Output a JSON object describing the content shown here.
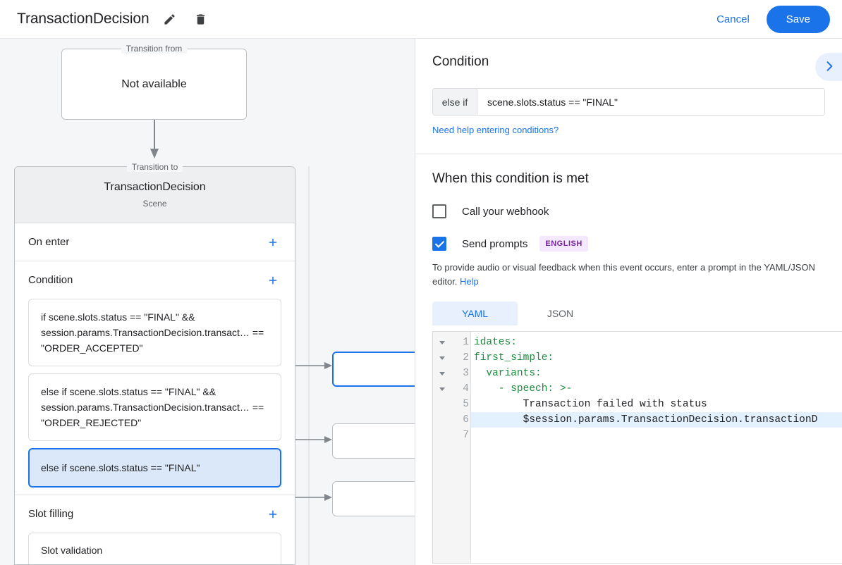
{
  "topbar": {
    "title": "TransactionDecision",
    "edit_icon": "pencil-icon",
    "delete_icon": "trash-icon",
    "cancel_label": "Cancel",
    "save_label": "Save",
    "accent_color": "#1a73e8"
  },
  "canvas": {
    "transition_from": {
      "legend": "Transition from",
      "value": "Not available"
    },
    "transition_to": {
      "legend": "Transition to",
      "title": "TransactionDecision",
      "subtitle": "Scene"
    },
    "sections": [
      {
        "title": "On enter",
        "add_icon": "plus-icon"
      },
      {
        "title": "Condition",
        "add_icon": "plus-icon"
      },
      {
        "title": "Slot filling",
        "add_icon": "plus-icon"
      }
    ],
    "conditions": [
      {
        "text": "if scene.slots.status == \"FINAL\" && session.params.TransactionDecision.transact… == \"ORDER_ACCEPTED\"",
        "selected": false
      },
      {
        "text": "else if scene.slots.status == \"FINAL\" && session.params.TransactionDecision.transact… == \"ORDER_REJECTED\"",
        "selected": false
      },
      {
        "text": "else if scene.slots.status == \"FINAL\"",
        "selected": true
      }
    ],
    "slot_filling": [
      {
        "text": "Slot validation"
      }
    ]
  },
  "detail": {
    "condition_heading": "Condition",
    "collapse_icon": "chevron-right-icon",
    "condition_prefix": "else if",
    "condition_value": "scene.slots.status == \"FINAL\"",
    "condition_placeholder": "Enter a condition",
    "help_link": "Need help entering conditions?",
    "met_heading": "When this condition is met",
    "webhook": {
      "label": "Call your webhook",
      "checked": false
    },
    "prompts": {
      "label": "Send prompts",
      "checked": true,
      "badge": "ENGLISH"
    },
    "prompt_description_before": "To provide audio or visual feedback when this event occurs, enter a prompt in the YAML/JSON editor. ",
    "prompt_help_link": "Help",
    "tabs": [
      {
        "label": "YAML",
        "active": true
      },
      {
        "label": "JSON",
        "active": false
      }
    ],
    "editor": {
      "lines": [
        {
          "n": "1",
          "fold": true,
          "indent": 0,
          "key": "idates:",
          "value": "",
          "highlight": false
        },
        {
          "n": "2",
          "fold": true,
          "indent": 0,
          "key": "first_simple:",
          "value": "",
          "highlight": false
        },
        {
          "n": "3",
          "fold": true,
          "indent": 2,
          "key": "variants:",
          "value": "",
          "highlight": false
        },
        {
          "n": "4",
          "fold": true,
          "indent": 4,
          "key": "- speech: >-",
          "value": "",
          "highlight": false
        },
        {
          "n": "5",
          "fold": false,
          "indent": 8,
          "key": "",
          "value": "Transaction failed with status",
          "highlight": false
        },
        {
          "n": "6",
          "fold": false,
          "indent": 8,
          "key": "",
          "value": "$session.params.TransactionDecision.transactionD",
          "highlight": true
        },
        {
          "n": "7",
          "fold": false,
          "indent": 0,
          "key": "",
          "value": "",
          "highlight": false
        }
      ]
    }
  }
}
